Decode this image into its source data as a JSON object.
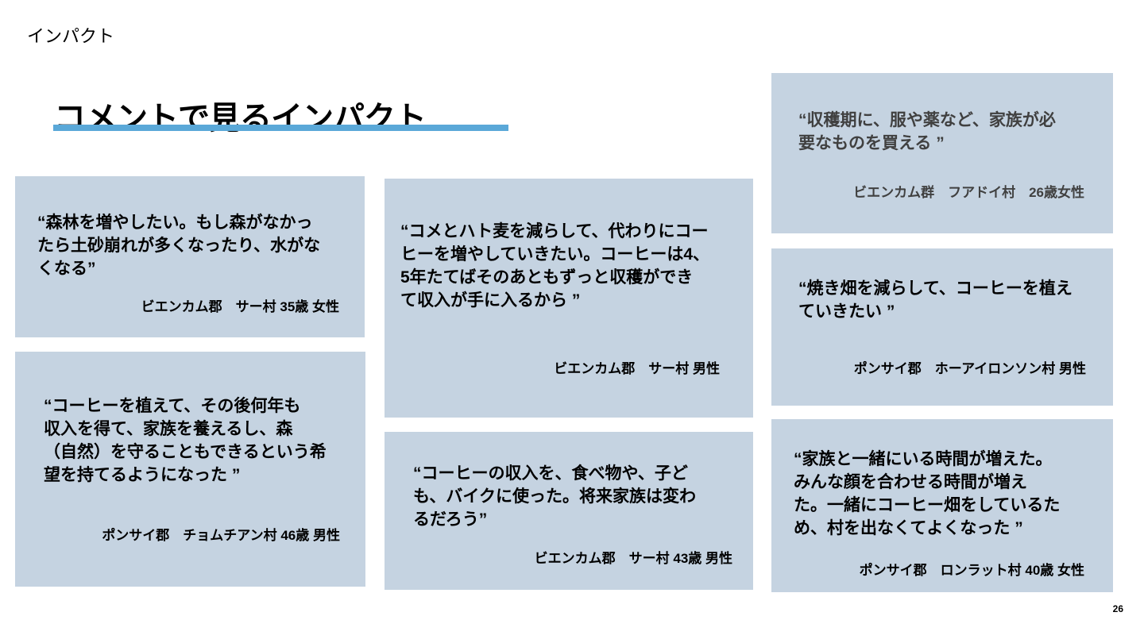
{
  "section_label": "インパクト",
  "title": "コメントで見るインパクト",
  "page_number": "26",
  "colors": {
    "card": "#c5d3e1",
    "underline": "#5aa8d8"
  },
  "cards": [
    {
      "lines": [
        "“森林を増やしたい。もし森がなかっ",
        "たら土砂崩れが多くなったり、水がな",
        "くなる”"
      ],
      "attribution": "ビエンカム郡　サー村 35歳 女性"
    },
    {
      "lines": [
        "“コーヒーを植えて、その後何年も",
        "収入を得て、家族を養えるし、森",
        "（自然）を守ることもできるという希",
        "望を持てるようになった ”"
      ],
      "attribution": "ポンサイ郡　チョムチアン村 46歳 男性"
    },
    {
      "lines": [
        "“コメとハト麦を減らして、代わりにコー",
        "ヒーを増やしていきたい。コーヒーは4、",
        "5年たてばそのあともずっと収穫ができ",
        "て収入が手に入るから ”"
      ],
      "attribution": "ビエンカム郡　サー村 男性"
    },
    {
      "lines": [
        "“コーヒーの収入を、食べ物や、子ど",
        "も、バイクに使った。将来家族は変わ",
        "るだろう”"
      ],
      "attribution": "ビエンカム郡　サー村 43歳 男性"
    },
    {
      "lines": [
        "“収穫期に、服や薬など、家族が必",
        "要なものを買える ”"
      ],
      "attribution": "ビエンカム群　フアドイ村　26歳女性"
    },
    {
      "lines": [
        "“焼き畑を減らして、コーヒーを植え",
        "ていきたい ”"
      ],
      "attribution": "ポンサイ郡　ホーアイロンソン村 男性"
    },
    {
      "lines": [
        "“家族と一緒にいる時間が増えた。",
        "みんな顔を合わせる時間が増え",
        "た。一緒にコーヒー畑をしているた",
        "め、村を出なくてよくなった ”"
      ],
      "attribution": "ポンサイ郡　ロンラット村 40歳 女性"
    }
  ]
}
